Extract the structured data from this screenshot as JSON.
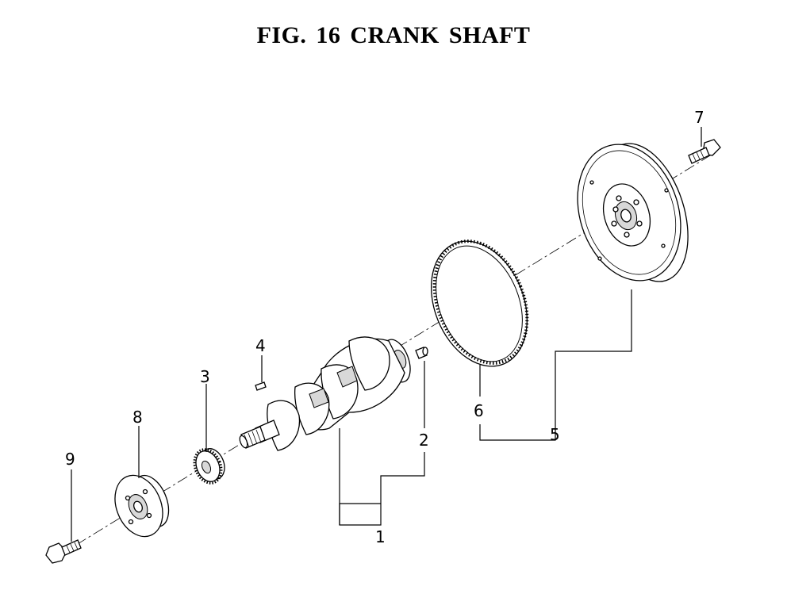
{
  "figure": {
    "title": "FIG. 16  CRANK SHAFT"
  },
  "callouts": {
    "c1": "1",
    "c2": "2",
    "c3": "3",
    "c4": "4",
    "c5": "5",
    "c6": "6",
    "c7": "7",
    "c8": "8",
    "c9": "9"
  }
}
